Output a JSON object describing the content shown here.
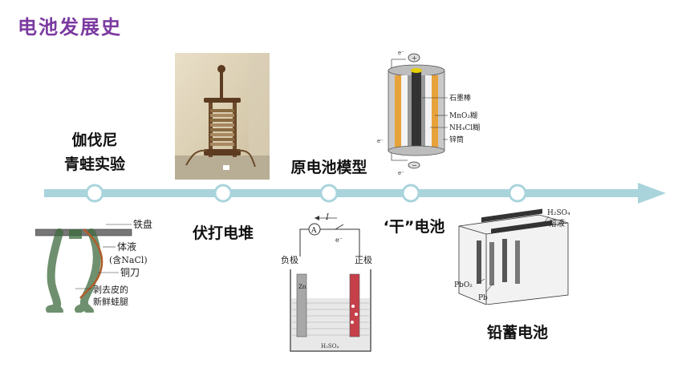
{
  "title": "电池发展史",
  "labels": {
    "galvani_line1": "伽伐尼",
    "galvani_line2": "青蛙实验",
    "volta": "伏打电堆",
    "primary": "原电池模型",
    "dry": "‘干”电池",
    "lead": "铅蓄电池"
  },
  "frog": {
    "iron": "铁盘",
    "fluid": "体液",
    "fluid_note": "(含NaCl)",
    "copper": "铜刀",
    "leg1": "剥去皮的",
    "leg2": "新鲜蛙腿"
  },
  "drycell": {
    "graphite": "石墨棒",
    "mno2": "MnO₂糊",
    "nh4cl": "NH₄Cl糊",
    "zinc": "锌筒",
    "plus": "+",
    "minus": "−",
    "e_top": "e⁻",
    "e_left": "e⁻",
    "e_bottom": "e⁻"
  },
  "galvanic": {
    "current": "I",
    "ammeter": "A",
    "electron": "e⁻",
    "neg": "负极",
    "pos": "正极",
    "zn": "Zn",
    "acid": "H₂SO₄"
  },
  "leadacid": {
    "acid": "H₂SO₄",
    "solution": "溶液",
    "pbo2": "PbO₂",
    "pb": "Pb"
  },
  "colors": {
    "title": "#7b3aa0",
    "timeline": "#a9d4dc",
    "node_fill": "#ffffff",
    "zinc": "#b8b8b8",
    "mno2": "#e8a23a",
    "graphite": "#333333"
  }
}
